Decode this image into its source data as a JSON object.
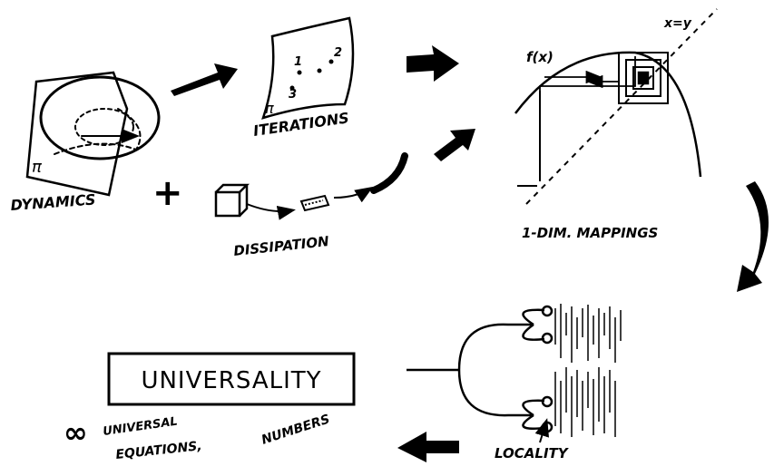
{
  "labels": {
    "dynamics": "DYNAMICS",
    "pi_dynamics": "π",
    "iterations": "ITERATIONS",
    "pi_iterations": "π",
    "iter_points": [
      "1",
      "2",
      "3"
    ],
    "plus": "+",
    "dissipation": "DISSIPATION",
    "f_of_x": "f(x)",
    "x_eq_y": "x=y",
    "mappings": "1-DIM. MAPPINGS",
    "universality": "UNIVERSALITY",
    "infinity": "∞",
    "universal_equations": "UNIVERSAL\nEQUATIONS,",
    "numbers": "NUMBERS",
    "locality": "LOCALITY"
  },
  "colors": {
    "ink": "#000000",
    "paper": "#ffffff"
  }
}
